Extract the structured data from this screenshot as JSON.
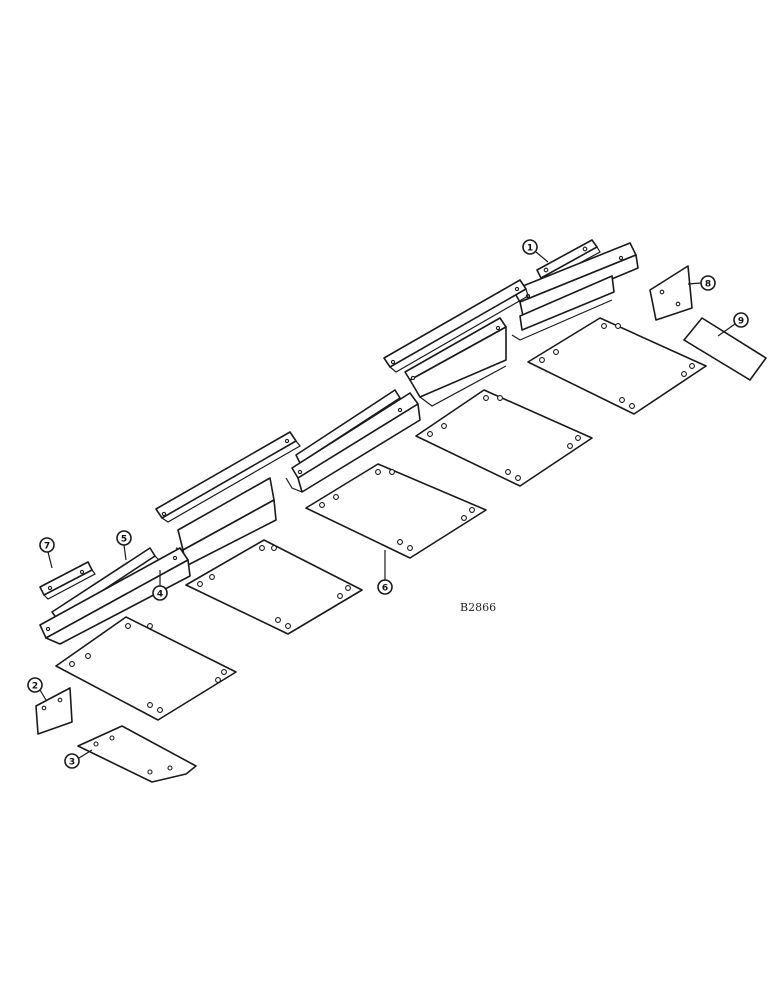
{
  "drawing_number": "B2866",
  "callouts": [
    {
      "id": "1",
      "label": "1"
    },
    {
      "id": "2",
      "label": "2"
    },
    {
      "id": "3",
      "label": "3"
    },
    {
      "id": "4",
      "label": "4"
    },
    {
      "id": "5",
      "label": "5"
    },
    {
      "id": "6",
      "label": "6"
    },
    {
      "id": "7",
      "label": "7"
    },
    {
      "id": "8",
      "label": "8"
    },
    {
      "id": "9",
      "label": "9"
    }
  ]
}
